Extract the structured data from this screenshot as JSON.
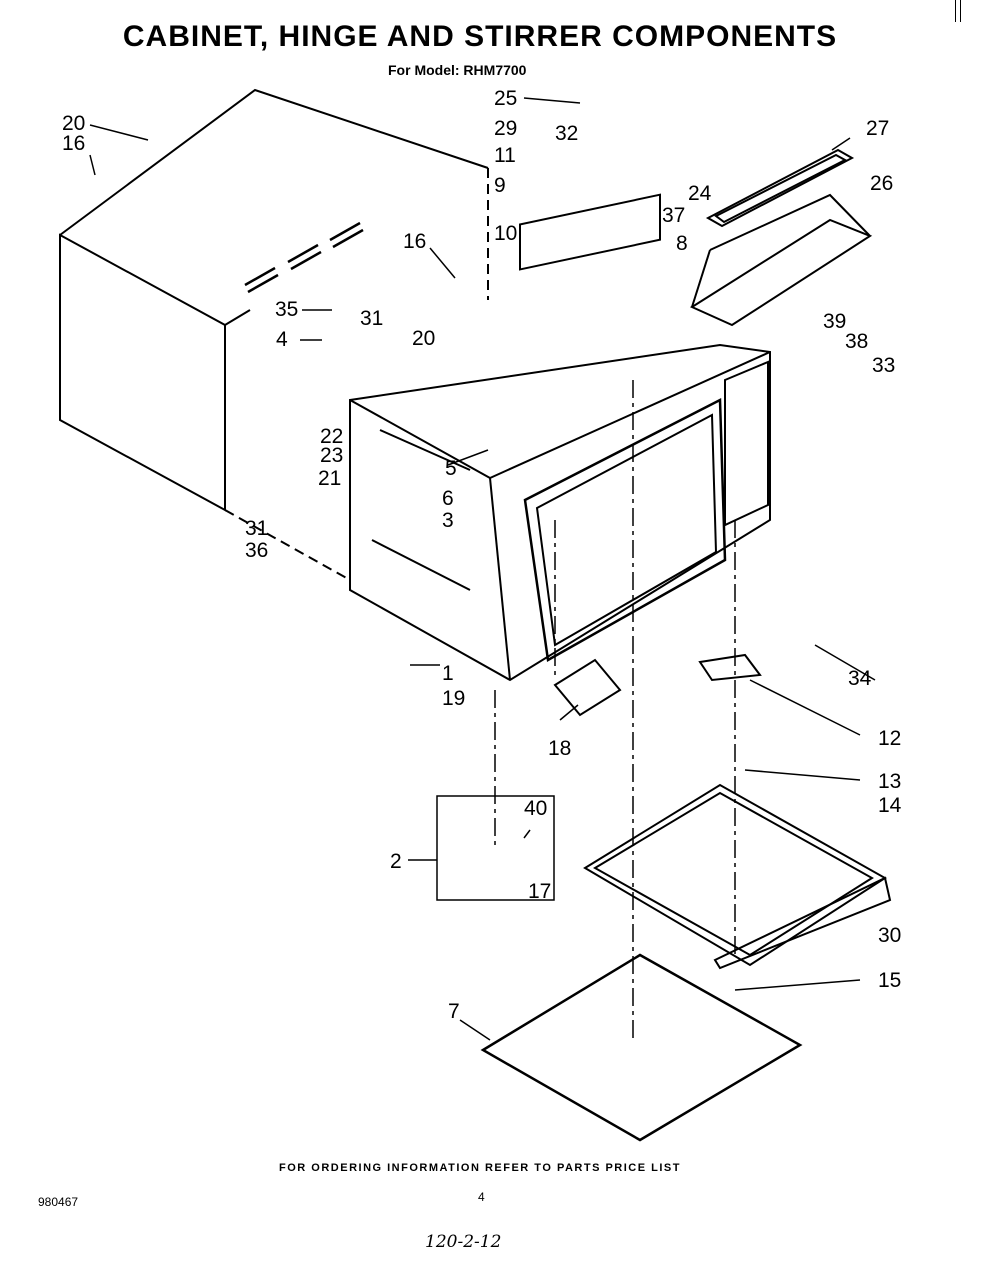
{
  "header": {
    "title": "CABINET, HINGE AND STIRRER COMPONENTS",
    "subtitle": "For Model: RHM7700"
  },
  "footer": {
    "ordering_note": "FOR ORDERING INFORMATION REFER TO PARTS PRICE LIST",
    "document_number": "980467",
    "page_number": "4",
    "handwritten_note": "120-2-12"
  },
  "callouts": [
    "1",
    "2",
    "3",
    "4",
    "5",
    "6",
    "7",
    "8",
    "9",
    "10",
    "11",
    "12",
    "13",
    "14",
    "15",
    "16",
    "17",
    "18",
    "19",
    "20",
    "21",
    "22",
    "23",
    "24",
    "25",
    "26",
    "27",
    "29",
    "30",
    "31",
    "32",
    "33",
    "34",
    "35",
    "36",
    "37",
    "38",
    "39",
    "40"
  ]
}
